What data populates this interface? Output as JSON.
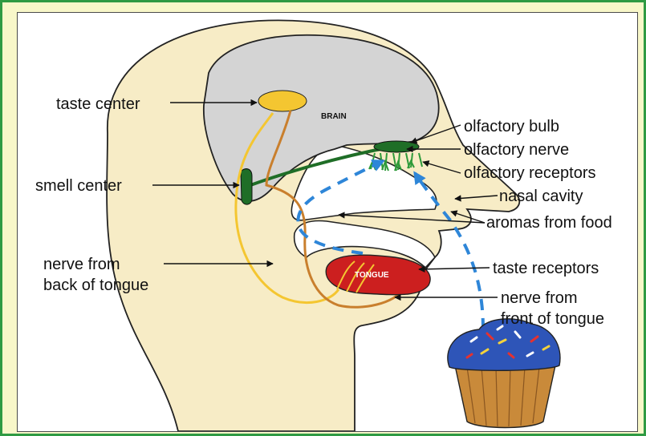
{
  "labels": {
    "taste_center": "taste center",
    "smell_center": "smell center",
    "nerve_back_1": "nerve from",
    "nerve_back_2": "back of tongue",
    "olfactory_bulb": "olfactory bulb",
    "olfactory_nerve": "olfactory nerve",
    "olfactory_receptors": "olfactory receptors",
    "nasal_cavity": "nasal cavity",
    "aromas": "aromas from food",
    "taste_receptors": "taste receptors",
    "nerve_front_1": "nerve from",
    "nerve_front_2": "front of tongue"
  },
  "in_figure_text": {
    "brain": "BRAIN",
    "tongue": "TONGUE"
  },
  "colors": {
    "frame_border": "#2f9a43",
    "frame_bg": "#f8f7c9",
    "skin": "#f7ecc6",
    "brain": "#d4d4d4",
    "olfactory": "#1f6e27",
    "tongue": "#cc1f1f",
    "nerve_yellow": "#f4c631",
    "nerve_brown": "#c97f2d",
    "aroma_arrow": "#2e86d8",
    "frosting": "#2e55b8",
    "cake": "#c98a3a"
  }
}
